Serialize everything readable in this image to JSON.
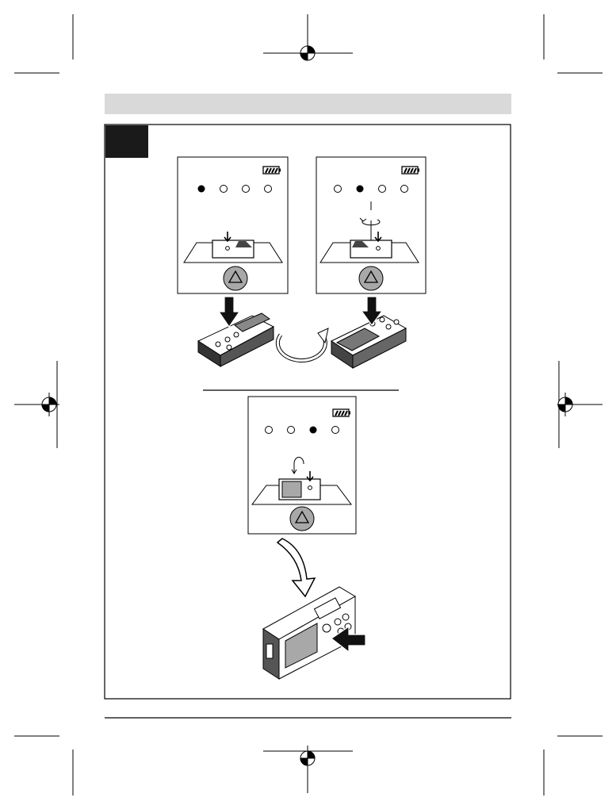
{
  "header_band": {
    "color": "#d9d9d9"
  },
  "figure": {
    "step_badge_label": "",
    "frame_color": "#000000",
    "panels": [
      {
        "id": "panel-1",
        "active_dot": 1,
        "dot_count": 4,
        "battery": "full",
        "action": "press-button",
        "icon": "triangle-button-icon"
      },
      {
        "id": "panel-2",
        "active_dot": 2,
        "dot_count": 4,
        "battery": "full",
        "action": "rotate-horizontal",
        "icon": "triangle-button-icon"
      },
      {
        "id": "panel-3",
        "active_dot": 3,
        "dot_count": 4,
        "battery": "full",
        "action": "flip-vertical",
        "icon": "triangle-button-icon"
      }
    ],
    "colors": {
      "ink": "#000000",
      "paper": "#ffffff",
      "panel_grey": "#a8a8a8",
      "badge": "#1a1a1a"
    }
  }
}
